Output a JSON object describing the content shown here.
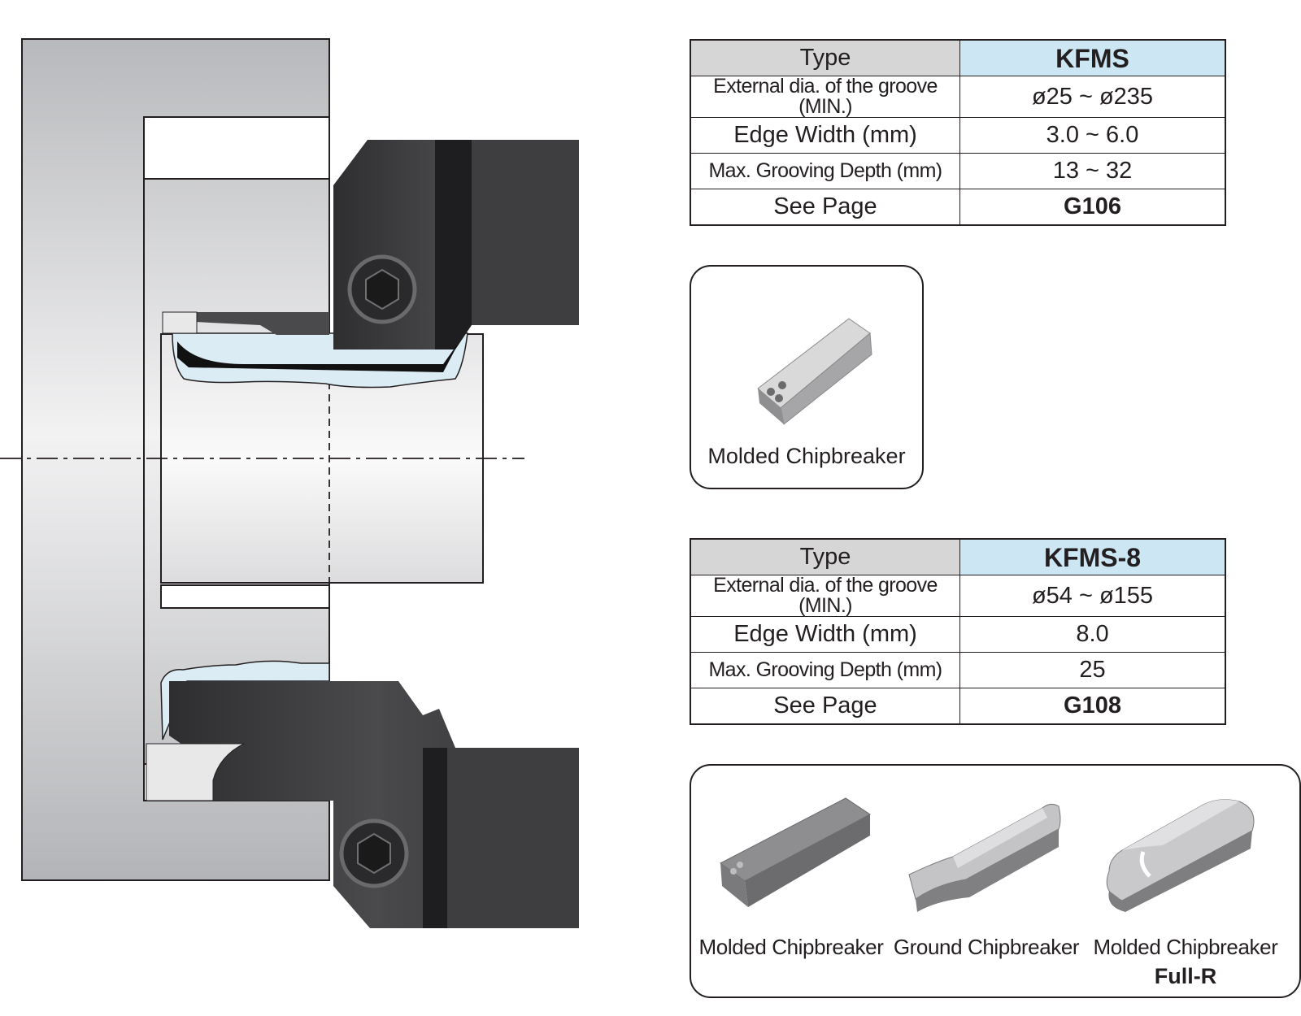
{
  "table_kfms": {
    "type_label": "Type",
    "type_value": "KFMS",
    "rows": [
      {
        "label": "External dia. of the groove (MIN.)",
        "value": "ø25 ~ ø235"
      },
      {
        "label": "Edge Width (mm)",
        "value": "3.0 ~ 6.0"
      },
      {
        "label": "Max. Grooving Depth (mm)",
        "value": "13 ~ 32"
      },
      {
        "label": "See Page",
        "value": "G106"
      }
    ]
  },
  "insert_kfms": {
    "caption": "Molded Chipbreaker"
  },
  "table_kfms8": {
    "type_label": "Type",
    "type_value": "KFMS-8",
    "rows": [
      {
        "label": "External dia. of the groove (MIN.)",
        "value": "ø54 ~ ø155"
      },
      {
        "label": "Edge Width (mm)",
        "value": "8.0"
      },
      {
        "label": "Max. Grooving Depth (mm)",
        "value": "25"
      },
      {
        "label": "See Page",
        "value": "G108"
      }
    ]
  },
  "inserts_kfms8": [
    {
      "caption": "Molded Chipbreaker"
    },
    {
      "caption": "Ground Chipbreaker"
    },
    {
      "caption": "Molded Chipbreaker",
      "subcaption": "Full-R"
    }
  ],
  "colors": {
    "border": "#231f20",
    "header_type_bg": "#d6d6d6",
    "header_model_bg": "#cce6f3",
    "workpiece": "#c9cacc",
    "holder": "#3b3b3d",
    "chip": "#dcecf5"
  }
}
